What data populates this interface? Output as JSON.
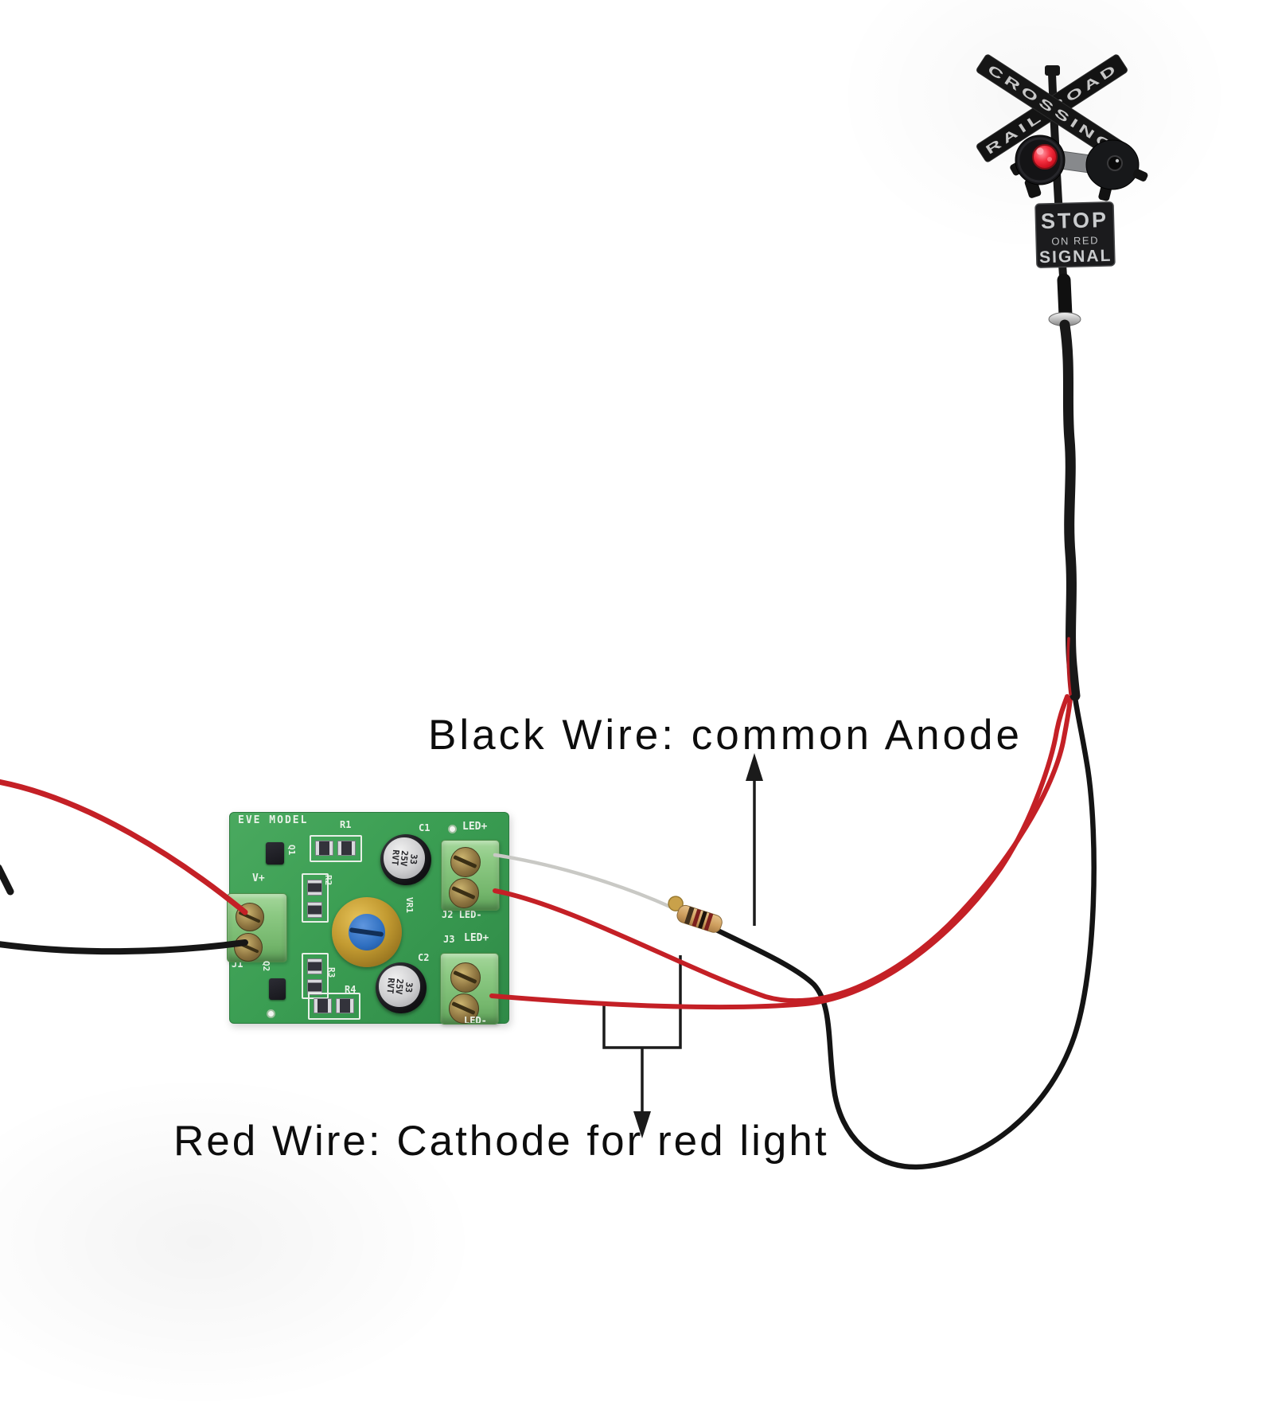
{
  "annotations": {
    "black_wire_label": "Black Wire: common Anode",
    "red_wire_label": "Red Wire: Cathode for red light"
  },
  "signal": {
    "crossbuck_railroad": "RAIL ROAD",
    "crossbuck_crossing": "CROSSING",
    "sign_line1": "STOP",
    "sign_line2": "ON RED",
    "sign_line3": "SIGNAL"
  },
  "pcb": {
    "labels": {
      "brand": "EVE MODEL",
      "r1": "R1",
      "r2": "R2",
      "r3": "R3",
      "r4": "R4",
      "q1": "Q1",
      "q2": "Q2",
      "c1": "C1",
      "c2": "C2",
      "vr1": "VR1",
      "j1": "J1",
      "v_plus": "V+",
      "led_plus_top": "LED+",
      "j2_led_minus": "J2 LED-",
      "j3": "J3",
      "led_plus_mid": "LED+",
      "led_minus_bottom": "LED-"
    },
    "cap_marking": {
      "line1": "33",
      "line2": "25V",
      "line3": "RVT"
    }
  },
  "colors": {
    "wire_red": "#c42026",
    "wire_black": "#161616",
    "wire_silver": "#c9c9c5",
    "board_green": "#3b9e53",
    "terminal_green": "#8cc983",
    "trimpot_gold": "#c29a31",
    "trimpot_blue": "#2f6fc0",
    "led_red": "#e8152a"
  }
}
